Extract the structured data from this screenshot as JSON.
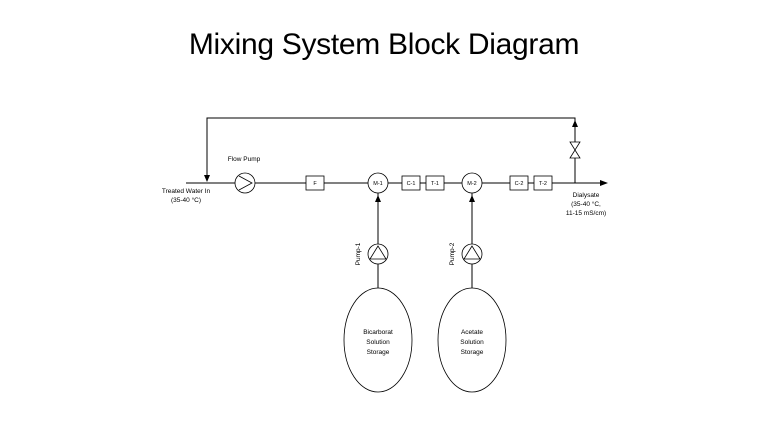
{
  "title": "Mixing System Block Diagram",
  "labels": {
    "inlet_line1": "Treated Water In",
    "inlet_line2": "(35-40 °C)",
    "flow_pump": "Flow Pump",
    "outlet_line1": "Dialysate",
    "outlet_line2": "(35-40 °C,",
    "outlet_line3": "11-15 mS/cm)",
    "pump1": "Pump-1",
    "pump2": "Pump-2"
  },
  "blocks": {
    "filter": "F",
    "mixer1": "M-1",
    "mixer2": "M-2",
    "c1": "C-1",
    "t1": "T-1",
    "c2": "C-2",
    "t2": "T-2"
  },
  "tanks": {
    "bicarbonate": [
      "Bicarborat",
      "Solution",
      "Storage"
    ],
    "acetate": [
      "Acetate",
      "Solution",
      "Storage"
    ]
  }
}
